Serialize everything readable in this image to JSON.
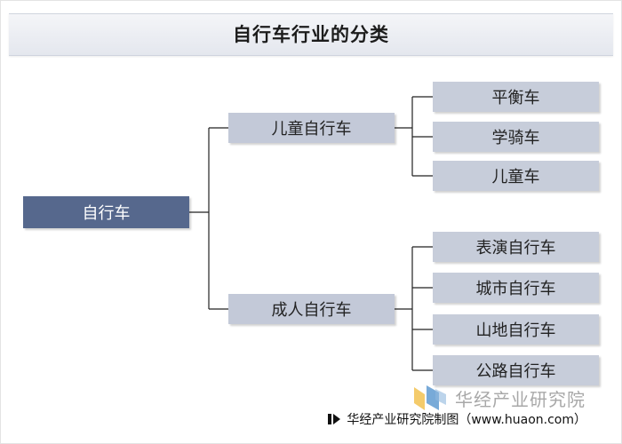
{
  "title": "自行车行业的分类",
  "root": {
    "label": "自行车"
  },
  "branches": [
    {
      "label": "儿童自行车",
      "children": [
        "平衡车",
        "学骑车",
        "儿童车"
      ]
    },
    {
      "label": "成人自行车",
      "children": [
        "表演自行车",
        "城市自行车",
        "山地自行车",
        "公路自行车"
      ]
    }
  ],
  "watermark": {
    "text": "华经产业研究院"
  },
  "footer": {
    "source": "华经产业研究院制图（www.huaon.com）"
  },
  "colors": {
    "root_fill": "#56688d",
    "mid_fill": "#c3c9d8",
    "leaf_fill": "#c7cdda",
    "connector": "#222222"
  }
}
